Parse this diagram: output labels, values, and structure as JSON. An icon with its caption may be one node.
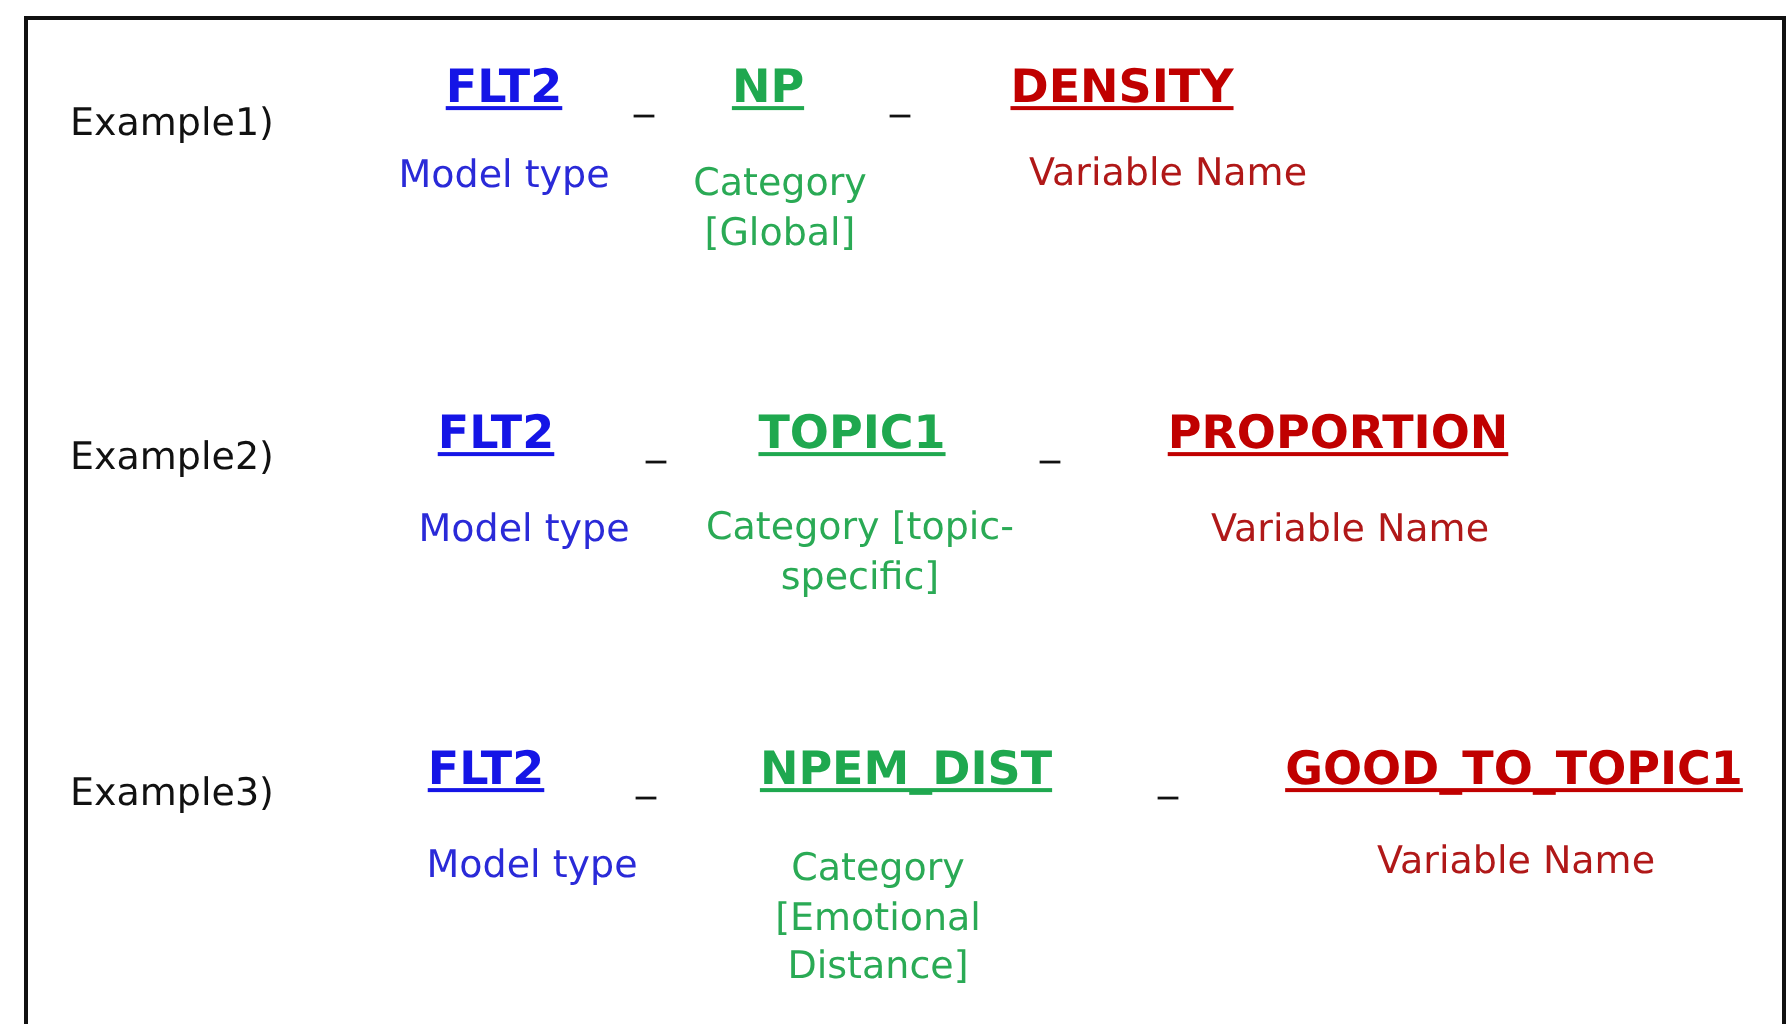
{
  "diagram": {
    "labels": [
      "Example1)",
      "FLT2",
      "_",
      "NP",
      "_",
      "DENSITY",
      "Model type",
      "Category [Global]",
      "Variable Name",
      "Example2)",
      "FLT2",
      "_",
      "TOPIC1",
      "_",
      "PROPORTION",
      "Model type",
      "Category [topic-specific]",
      "Variable Name",
      "Example3)",
      "FLT2",
      "_",
      "NPEM_DIST",
      "_",
      "GOOD_TO_TOPIC1",
      "Model type",
      "Category [Emotional Distance]",
      "Variable Name"
    ]
  }
}
